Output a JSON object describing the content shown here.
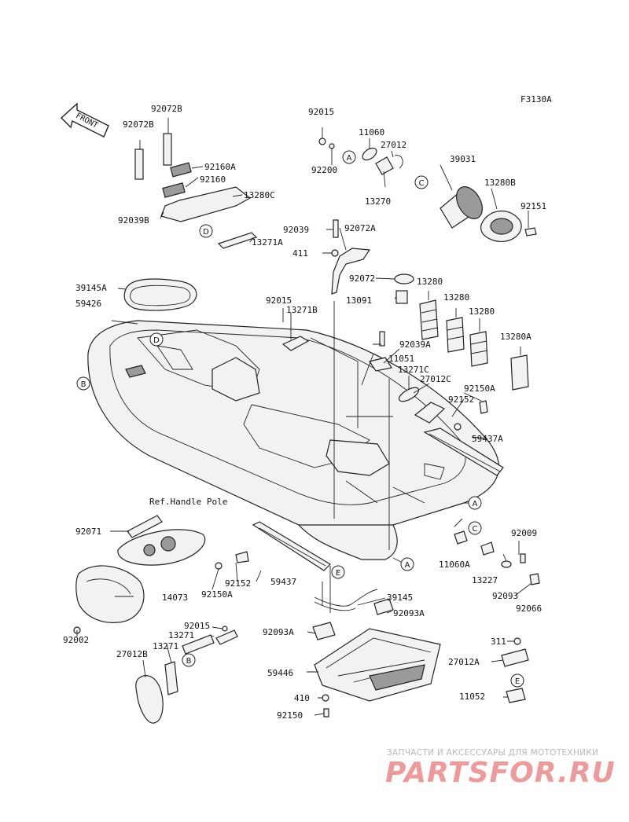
{
  "figure_code": "F3130A",
  "front_label": "FRONT",
  "ref_note": "Ref.Handle Pole",
  "labels": [
    "92072B",
    "92072B",
    "92160A",
    "92160",
    "13280C",
    "92039B",
    "13271A",
    "92015",
    "11060",
    "27012",
    "92200",
    "13270",
    "39031",
    "13280B",
    "92151",
    "92039",
    "92072A",
    "411",
    "92072",
    "13280",
    "13091",
    "13280",
    "13280",
    "13280A",
    "39145A",
    "59426",
    "92015",
    "13271B",
    "92039A",
    "11051",
    "13271C",
    "27012C",
    "92150A",
    "92152",
    "59437A",
    "92071",
    "92009",
    "11060A",
    "14073",
    "13227",
    "92093",
    "92066",
    "92152",
    "92150A",
    "59437",
    "39145",
    "92093A",
    "92015",
    "13271",
    "13271",
    "27012B",
    "92002",
    "92093A",
    "59446",
    "311",
    "27012A",
    "11052",
    "410",
    "92150"
  ],
  "callouts": [
    "A",
    "A",
    "A",
    "A",
    "B",
    "B",
    "C",
    "C",
    "D",
    "D",
    "E",
    "E"
  ],
  "watermark": {
    "subtitle": "ЗАПЧАСТИ И АКСЕССУАРЫ ДЛЯ МОТОТЕХНИКИ",
    "logo": "PARTSFOR.RU"
  }
}
